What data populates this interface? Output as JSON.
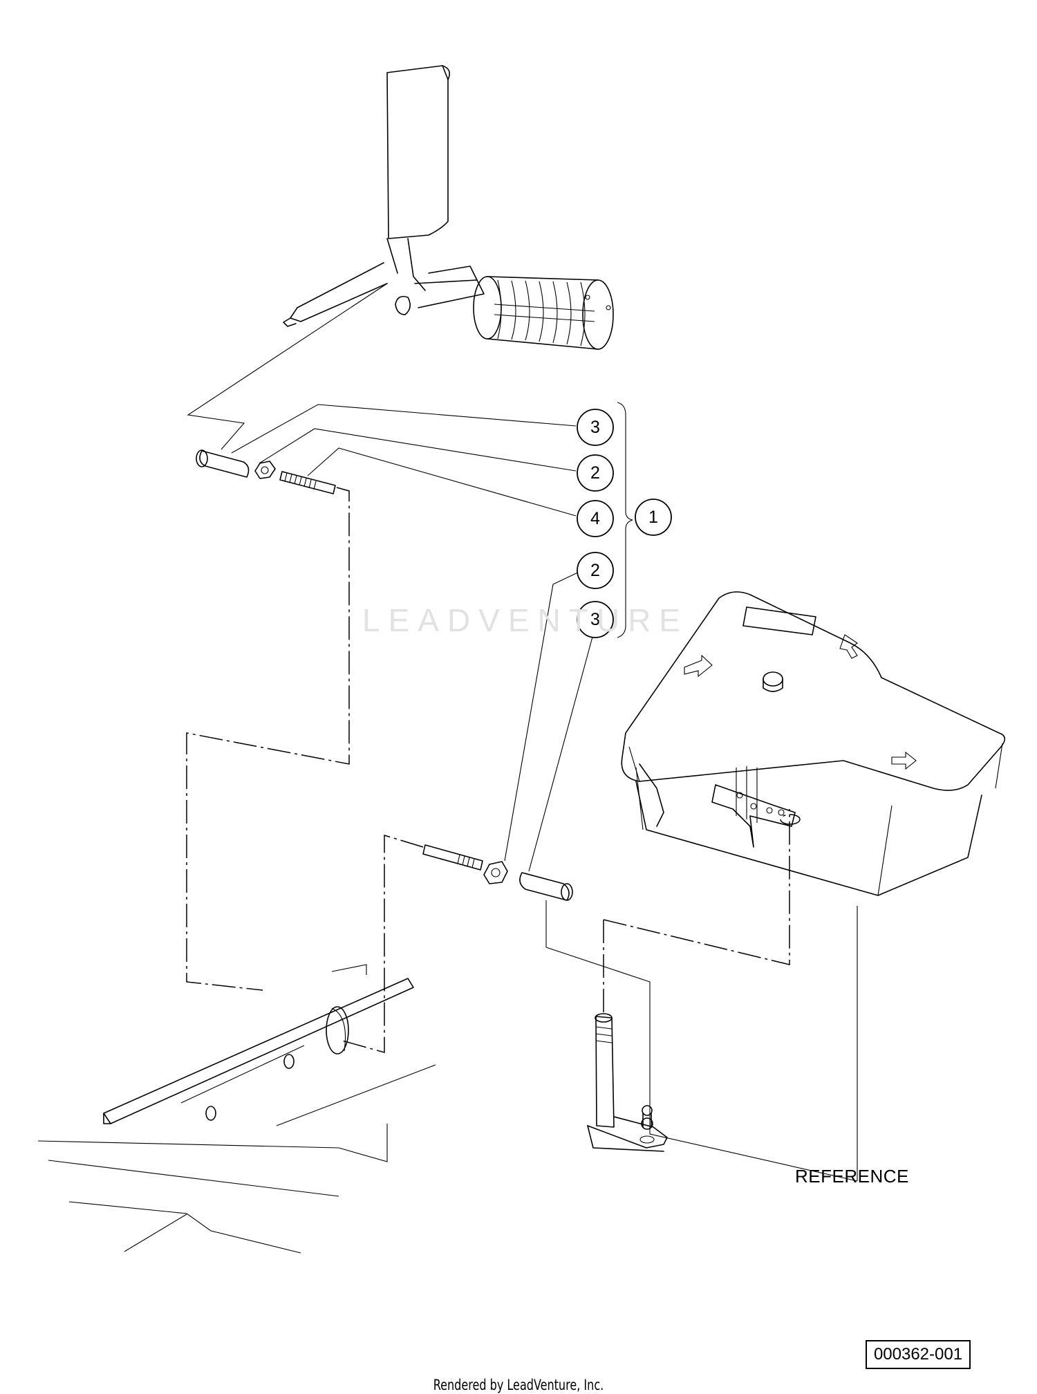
{
  "callouts": {
    "c1": "1",
    "c2a": "2",
    "c2b": "2",
    "c3a": "3",
    "c3b": "3",
    "c4": "4"
  },
  "reference_label": "REFERENCE",
  "diagram_code": "000362-001",
  "watermark": "LEADVENTURE",
  "footer": "Rendered by LeadVenture, Inc."
}
